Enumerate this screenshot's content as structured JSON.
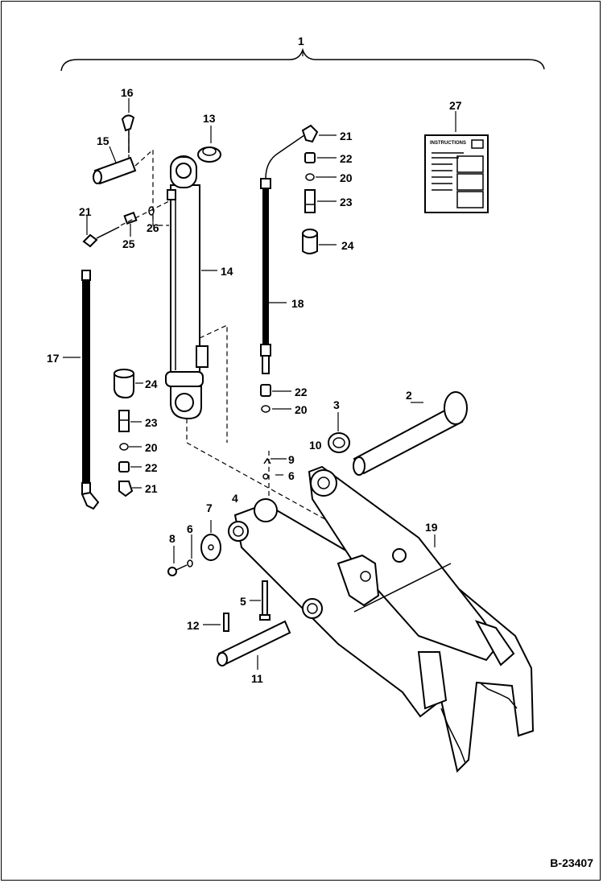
{
  "callouts": {
    "c1": "1",
    "c2": "2",
    "c3": "3",
    "c4": "4",
    "c5": "5",
    "c6a": "6",
    "c6b": "6",
    "c7": "7",
    "c8": "8",
    "c9": "9",
    "c10": "10",
    "c11": "11",
    "c12": "12",
    "c13": "13",
    "c14": "14",
    "c15": "15",
    "c16": "16",
    "c17": "17",
    "c18": "18",
    "c19": "19",
    "c20a": "20",
    "c20b": "20",
    "c20c": "20",
    "c21a": "21",
    "c21b": "21",
    "c21c": "21",
    "c22a": "22",
    "c22b": "22",
    "c22c": "22",
    "c23a": "23",
    "c23b": "23",
    "c24a": "24",
    "c24b": "24",
    "c25": "25",
    "c26": "26",
    "c27": "27"
  },
  "decal_text": "INSTRUCTIONS",
  "drawing_number": "B-23407"
}
